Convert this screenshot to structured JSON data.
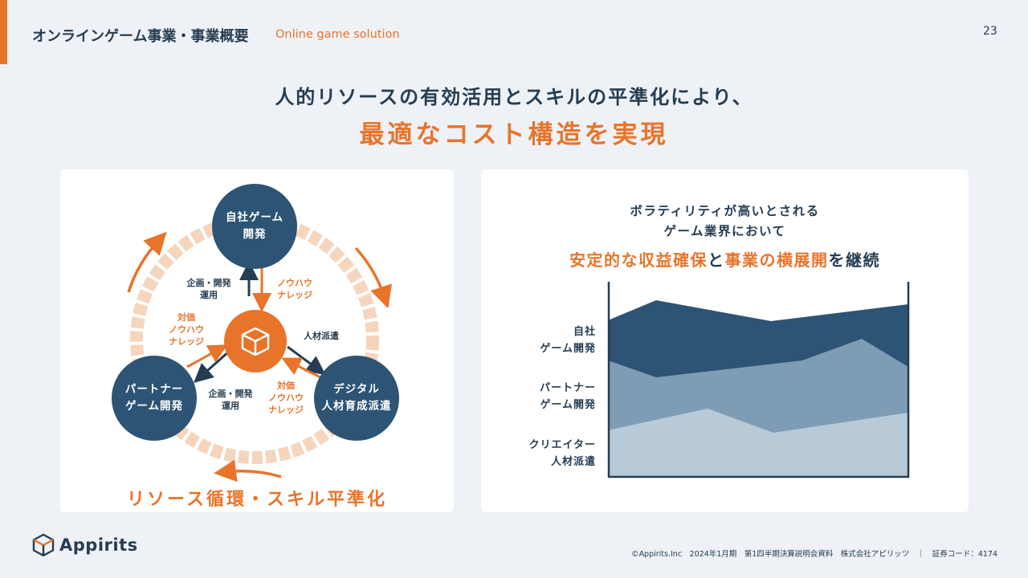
{
  "header": {
    "title": "オンラインゲーム事業・事業概要",
    "subtitle": "Online game solution",
    "page_number": "23"
  },
  "headline": {
    "line1": "人的リソースの有効活用とスキルの平準化により、",
    "line2": "最適なコスト構造を実現"
  },
  "cycle": {
    "top_circle": [
      "自社ゲーム",
      "開発"
    ],
    "left_circle": [
      "パートナー",
      "ゲーム開発"
    ],
    "right_circle": [
      "デジタル",
      "人材育成派遣"
    ],
    "labels": {
      "top_left": [
        "企画・開発",
        "運用"
      ],
      "top_right": [
        "ノウハウ",
        "ナレッジ"
      ],
      "left_orange": [
        "対価",
        "ノウハウ",
        "ナレッジ"
      ],
      "right_navy": "人材派遣",
      "bottom_navy": [
        "企画・開発",
        "運用"
      ],
      "bottom_orange": [
        "対価",
        "ノウハウ",
        "ナレッジ"
      ]
    },
    "caption": "リソース循環・スキル平準化"
  },
  "stability": {
    "line1": "ボラティリティが高いとされる",
    "line2": "ゲーム業界において",
    "line3_parts": [
      "安定的な収益確保",
      "と",
      "事業の横展開",
      "を継続"
    ],
    "rows": [
      [
        "自社",
        "ゲーム開発"
      ],
      [
        "パートナー",
        "ゲーム開発"
      ],
      [
        "クリエイター",
        "人材派遣"
      ]
    ]
  },
  "logo": {
    "name": "Appirits"
  },
  "footer": "©Appirits.Inc　2024年1月期　第1四半期決算説明会資料　株式会社アピリッツ　｜　証券コード：4174",
  "colors": {
    "navy": "#2d5474",
    "mid": "#7f9cb5",
    "light": "#b8cad8",
    "orange": "#e8742a"
  }
}
